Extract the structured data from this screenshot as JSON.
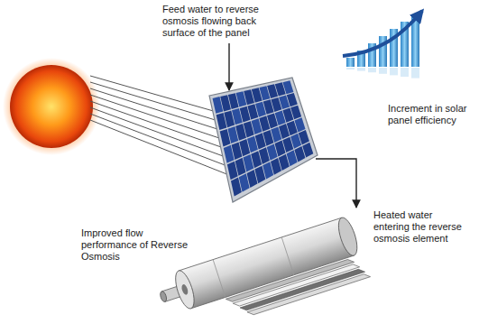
{
  "diagram": {
    "labels": [
      "Feed water to reverse osmosis flowing back surface of the panel",
      "Increment in solar panel efficiency",
      "Improved flow performance of Reverse Osmosis",
      "Heated water entering the reverse osmosis element"
    ]
  }
}
